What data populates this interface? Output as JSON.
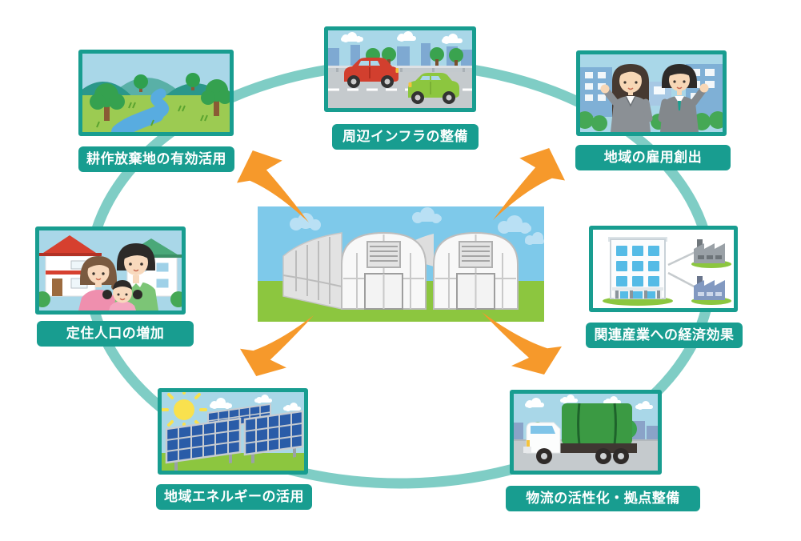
{
  "diagram": {
    "title": "",
    "language": "ja",
    "accent_color": "#189d90",
    "ring_color": "#7fcdc5",
    "arrow_color": "#f6992b",
    "center": {
      "name": "greenhouse-farm",
      "illustration": "two-vinyl-greenhouses-illustration"
    },
    "nodes": [
      {
        "id": "farmland",
        "label": "耕作放棄地の有効活用",
        "illustration": "countryside-river-illustration"
      },
      {
        "id": "infrastructure",
        "label": "周辺インフラの整備",
        "illustration": "cars-on-road-illustration"
      },
      {
        "id": "employment",
        "label": "地域の雇用創出",
        "illustration": "business-people-illustration"
      },
      {
        "id": "economy",
        "label": "関連産業への経済効果",
        "illustration": "office-and-factories-illustration"
      },
      {
        "id": "population",
        "label": "定住人口の増加",
        "illustration": "family-and-houses-illustration"
      },
      {
        "id": "energy",
        "label": "地域エネルギーの活用",
        "illustration": "solar-panels-illustration"
      },
      {
        "id": "logistics",
        "label": "物流の活性化・拠点整備",
        "illustration": "cargo-truck-illustration"
      }
    ]
  }
}
